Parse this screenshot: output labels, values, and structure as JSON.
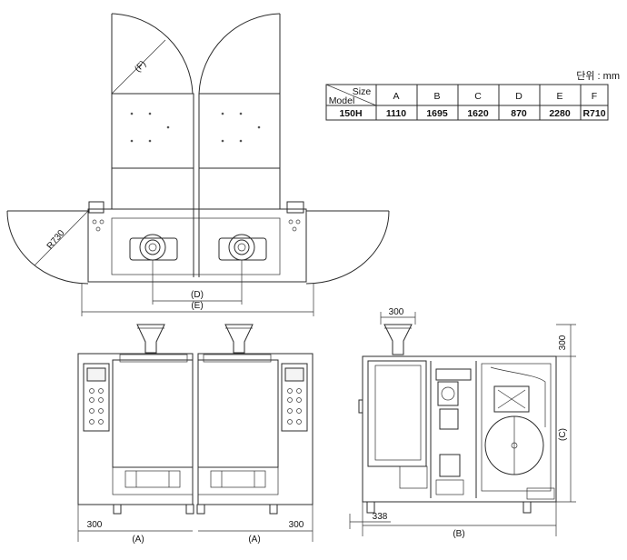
{
  "unit_label": "단위 : mm",
  "table": {
    "size_label": "Size",
    "model_label": "Model",
    "headers": [
      "A",
      "B",
      "C",
      "D",
      "E",
      "F"
    ],
    "rows": [
      {
        "model": "150H",
        "values": [
          "1110",
          "1695",
          "1620",
          "870",
          "2280",
          "R710"
        ]
      }
    ]
  },
  "top_view": {
    "door_radius_label": "(F)",
    "side_door_radius_label": "R730",
    "dim_d_label": "(D)",
    "dim_e_label": "(E)"
  },
  "front_view": {
    "left_clearance": "300",
    "right_clearance": "300",
    "left_width_label": "(A)",
    "right_width_label": "(A)"
  },
  "side_view": {
    "top_offset": "300",
    "right_top_clearance": "300",
    "height_label": "(C)",
    "front_offset": "338",
    "depth_label": "(B)"
  }
}
